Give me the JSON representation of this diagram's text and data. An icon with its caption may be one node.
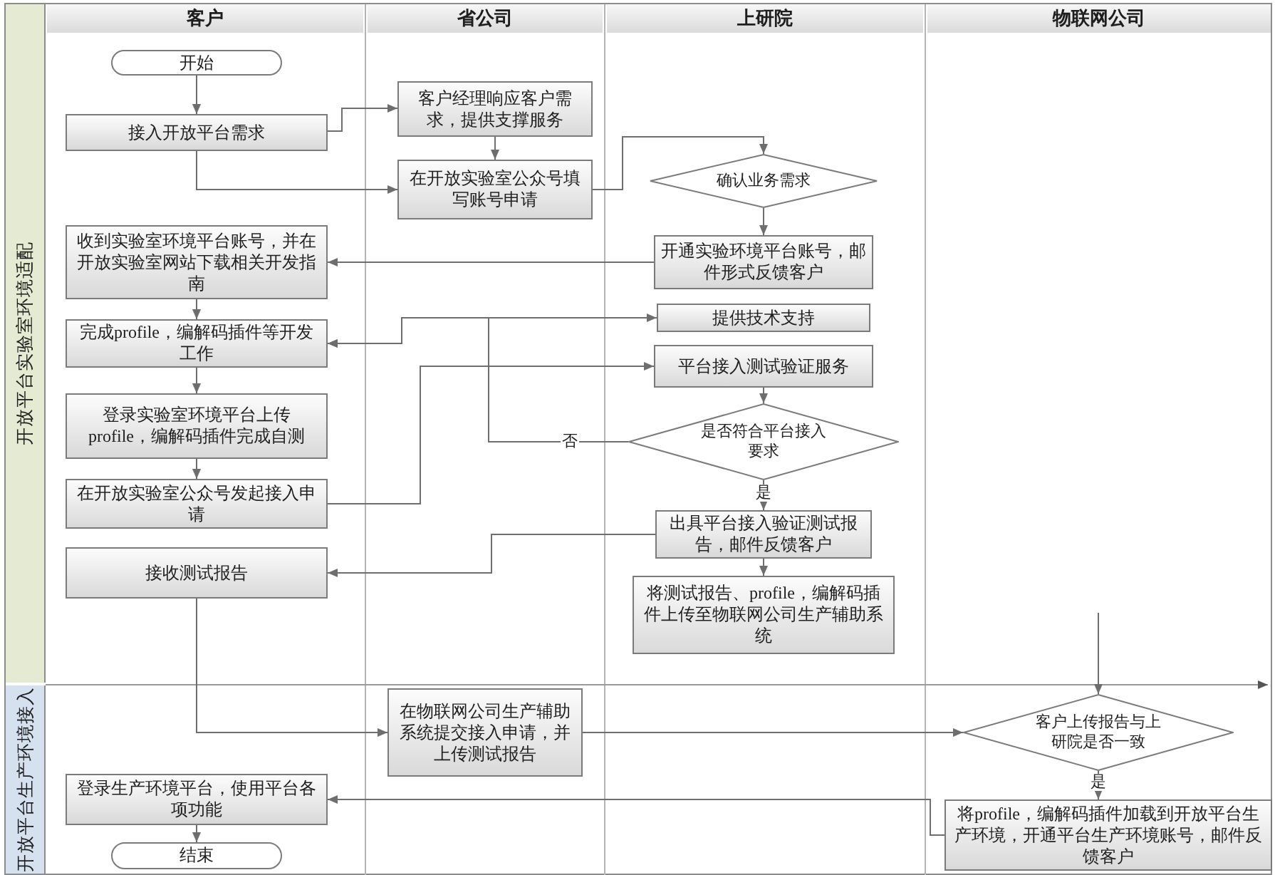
{
  "diagram": {
    "nodes": [
      {
        "text": [
          "客户"
        ]
      },
      {
        "text": [
          "省公司"
        ]
      },
      {
        "text": [
          "上研院"
        ]
      },
      {
        "text": [
          "物联网公司"
        ]
      },
      {
        "text": [
          "开放平台实验室环境适配"
        ]
      },
      {
        "text": [
          "开始"
        ]
      },
      {
        "text": [
          "接入开放平台需求"
        ]
      },
      {
        "text": [
          "客户经理响应客户需求，提供支撑服务"
        ]
      },
      {
        "text": [
          "在开放实验室公众号填写账号申请"
        ]
      },
      {
        "text": [
          "确认业务需求"
        ]
      },
      {
        "text": [
          "收到实验室环境平台账号，并在开放实验室网站下载相关开发指南"
        ]
      },
      {
        "text": [
          "开通实验环境平台账号，邮件形式反馈客户"
        ]
      },
      {
        "text": [
          "完成profile，编解码插件等开发工作"
        ]
      },
      {
        "text": [
          "提供技术支持"
        ]
      },
      {
        "text": [
          "平台接入测试验证服务"
        ]
      },
      {
        "text": [
          "登录实验室环境平台上传profile，编解码插件完成自测"
        ]
      },
      {
        "text": [
          "是否符合平台接入要求"
        ]
      },
      {
        "text": [
          "在开放实验室公众号发起接入申请"
        ]
      },
      {
        "text": [
          "出具平台接入验证测试报告，邮件反馈客户"
        ]
      },
      {
        "text": [
          "接收测试报告"
        ]
      },
      {
        "text": [
          "将测试报告、profile，编解码插件上传至物联网公司生产辅助系统"
        ]
      },
      {
        "text": [
          "开放平台生产环境接入"
        ]
      },
      {
        "text": [
          "在物联网公司生产辅助系统提交接入申请，并上传测试报告"
        ]
      },
      {
        "text": [
          "客户上传报告与上研院是否一致"
        ]
      },
      {
        "text": [
          "登录生产环境平台，使用平台各项功能"
        ]
      },
      {
        "text": [
          "将profile，编解码插件加载到开放平台生产环境，开通平台生产环境账号，邮件反馈客户"
        ]
      },
      {
        "text": [
          "结束"
        ]
      }
    ],
    "edges": [
      {
        "from": 5,
        "to": 6,
        "arrow": "to"
      },
      {
        "from": 6,
        "to": 7,
        "arrow": "to"
      },
      {
        "from": 6,
        "to": 8,
        "arrow": "to"
      },
      {
        "from": 7,
        "to": 8,
        "arrow": "to"
      },
      {
        "from": 8,
        "to": 9,
        "arrow": "to"
      },
      {
        "from": 9,
        "to": 11,
        "arrow": "to"
      },
      {
        "from": 11,
        "to": 10,
        "arrow": "to"
      },
      {
        "from": 10,
        "to": 12,
        "arrow": "to"
      },
      {
        "from": 12,
        "to": 13,
        "arrow": "both"
      },
      {
        "from": 16,
        "to": 12,
        "arrow": "to",
        "label": "否"
      },
      {
        "from": 12,
        "to": 15,
        "arrow": "to"
      },
      {
        "from": 15,
        "to": 17,
        "arrow": "to"
      },
      {
        "from": 17,
        "to": 14,
        "arrow": "to"
      },
      {
        "from": 14,
        "to": 16,
        "arrow": "to"
      },
      {
        "from": 16,
        "to": 18,
        "arrow": "to",
        "label": "是"
      },
      {
        "from": 18,
        "to": 19,
        "arrow": "to"
      },
      {
        "from": 18,
        "to": 20,
        "arrow": "to"
      },
      {
        "from": 19,
        "to": 22,
        "arrow": "to"
      },
      {
        "from": 22,
        "to": 23,
        "arrow": "to"
      },
      {
        "from": null,
        "to": 23,
        "arrow": "to"
      },
      {
        "from": 23,
        "to": 25,
        "arrow": "to",
        "label": "是"
      },
      {
        "from": 25,
        "to": 24,
        "arrow": "to"
      },
      {
        "from": 24,
        "to": 26,
        "arrow": "to"
      }
    ]
  }
}
